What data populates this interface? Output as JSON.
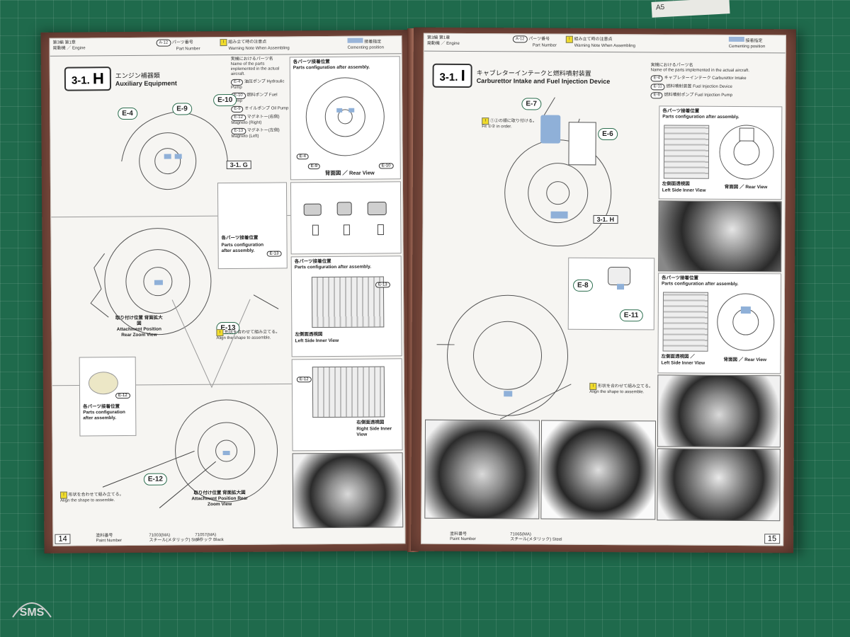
{
  "scene": {
    "card_text": "A5"
  },
  "left": {
    "header": {
      "col1": "第3編 第1章",
      "col2": "発動機 ／ Engine",
      "part_pill": "A-12",
      "part_jp": "パーツ番号",
      "part_en": "Part Number",
      "warn_jp": "組み立て時の注意点",
      "warn_en": "Warning Note When Assembling",
      "cement_jp": "接着指定",
      "cement_en": "Cementing position"
    },
    "step": {
      "num": "3-1.",
      "letter": "H",
      "jp": "エンジン補器類",
      "en": "Auxiliary Equipment"
    },
    "legend": {
      "title_jp": "実機におけるパーツ名",
      "title_en": "Name of the parts implemented in the actual aircraft.",
      "items": [
        {
          "code": "E-4",
          "jp": "油圧ポンプ",
          "en": "Hydraulic Pump"
        },
        {
          "code": "E-10",
          "jp": "燃料ポンプ",
          "en": "Fuel Pump"
        },
        {
          "code": "E-9",
          "jp": "オイルポンプ",
          "en": "Oil Pump"
        },
        {
          "code": "E-12",
          "jp": "マグネトー(右側)",
          "en": "Magneto (Right)"
        },
        {
          "code": "E-13",
          "jp": "マグネトー(左側)",
          "en": "Magneto (Left)"
        }
      ]
    },
    "callouts": [
      "E-4",
      "E-9",
      "E-10",
      "E-13",
      "E-12"
    ],
    "ref_label": "3-1. G",
    "panel_rear": {
      "jp": "各パーツ接着位置",
      "en": "Parts configuration after assembly.",
      "caption": "背面図 ／ Rear View",
      "marks": [
        "E-4",
        "E-9",
        "E-10"
      ]
    },
    "panel_mid": {
      "jp": "各パーツ接着位置",
      "en": "Parts configuration after assembly.",
      "mark": "E-13"
    },
    "panel_left_side": {
      "jp": "各パーツ接着位置",
      "en": "Parts configuration after assembly.",
      "caption_jp": "左側面透視図",
      "caption_en": "Left Side Inner View",
      "mark": "E-13"
    },
    "panel_right_side": {
      "caption_jp": "右側面透視図",
      "caption_en": "Right Side Inner View",
      "mark": "E-12"
    },
    "panel_lower": {
      "jp": "各パーツ接着位置",
      "en": "Parts configuration after assembly.",
      "mark": "E-12"
    },
    "attach1": {
      "jp": "取り付け位置 背面拡大図",
      "en": "Attachment Position Rear Zoom View"
    },
    "attach2": {
      "jp": "取り付け位置 背面拡大図",
      "en": "Attachment Position Rear Zoom View"
    },
    "warn1": {
      "jp": "形状を合わせて組み立てる。",
      "en": "Align the shape to assemble."
    },
    "warn2": {
      "jp": "形状を合わせて組み立てる。",
      "en": "Align the shape to assemble."
    },
    "footer": {
      "page": "14",
      "paint_jp": "塗料番号",
      "paint_en": "Paint Number",
      "code1": "71003(MA)",
      "name1": "スチール(メタリック) Steel",
      "code2": "71057(MA)",
      "name2": "ブラック Black"
    }
  },
  "right": {
    "header": {
      "col1": "第3編 第1章",
      "col2": "発動機 ／ Engine",
      "part_pill": "A-12",
      "part_jp": "パーツ番号",
      "part_en": "Part Number",
      "warn_jp": "組み立て時の注意点",
      "warn_en": "Warning Note When Assembling",
      "cement_jp": "接着指定",
      "cement_en": "Cementing position"
    },
    "step": {
      "num": "3-1.",
      "letter": "I",
      "jp": "キャブレターインテークと燃料噴射装置",
      "en": "Carburettor Intake and Fuel Injection Device"
    },
    "legend": {
      "title_jp": "実機におけるパーツ名",
      "title_en": "Name of the parts implemented in the actual aircraft.",
      "items": [
        {
          "code": "E-4",
          "jp": "キャブレターインテーク",
          "en": "Carburettor Intake"
        },
        {
          "code": "E-11",
          "jp": "燃料噴射装置",
          "en": "Fuel Injection Device"
        },
        {
          "code": "E-8",
          "jp": "燃料噴射ポンプ",
          "en": "Fuel Injection Pump"
        }
      ]
    },
    "callouts": [
      "E-7",
      "E-6",
      "E-8",
      "E-11"
    ],
    "order_note": {
      "jp": "①②の順に取り付ける。",
      "en": "Fit ①② in order."
    },
    "ref_label": "3-1. H",
    "warn": {
      "jp": "形状を合わせて組み立てる。",
      "en": "Align the shape to assemble."
    },
    "panel_top": {
      "jp": "各パーツ接着位置",
      "en": "Parts configuration after assembly.",
      "cap1_jp": "左側面透視図",
      "cap1_en": "Left Side Inner View",
      "cap2": "背面図 ／ Rear View"
    },
    "panel_mid": {
      "jp": "各パーツ接着位置",
      "en": "Parts configuration after assembly.",
      "cap1_jp": "左側面透視図 ／",
      "cap1_en": "Left Side Inner View",
      "cap2": "背面図 ／ Rear View"
    },
    "footer": {
      "page": "15",
      "paint_jp": "塗料番号",
      "paint_en": "Paint Number",
      "code1": "71065(MA)",
      "name1": "スチール(メタリック) Steel"
    }
  },
  "logo_text": "SMS"
}
